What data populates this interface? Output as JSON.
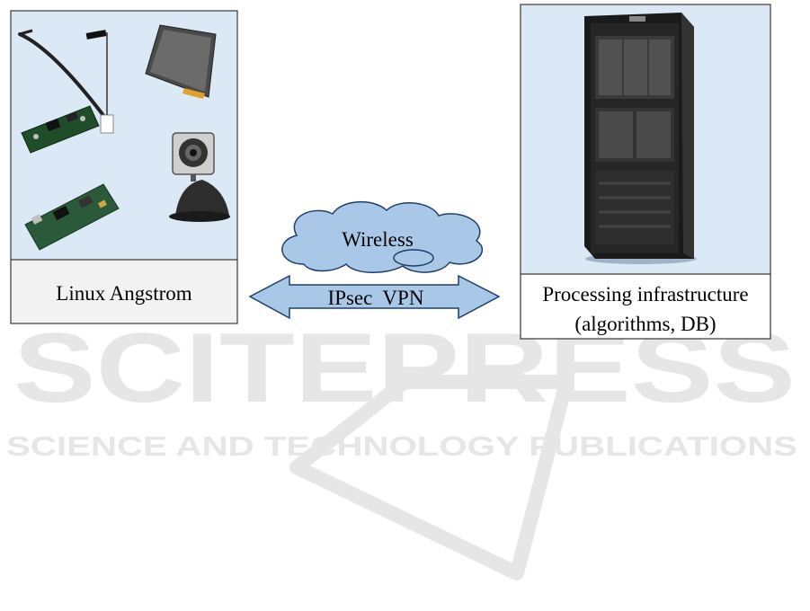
{
  "left_panel": {
    "caption": "Linux Angstrom",
    "devices": [
      {
        "icon": "antenna-icon"
      },
      {
        "icon": "touchscreen-icon"
      },
      {
        "icon": "circuit-board-icon"
      },
      {
        "icon": "webcam-icon"
      },
      {
        "icon": "expansion-board-icon"
      }
    ]
  },
  "right_panel": {
    "caption_line1": "Processing infrastructure",
    "caption_line2": "(algorithms, DB)",
    "icon": "server-rack-icon"
  },
  "link": {
    "cloud_label": "Wireless",
    "arrow_label": "IPsec  VPN"
  },
  "watermark": {
    "title": "SCITEPRESS",
    "subtitle": "SCIENCE AND TECHNOLOGY PUBLICATIONS"
  },
  "colors": {
    "panel_background": "#dbe8f5",
    "caption_background": "#f2f2f2",
    "cloud_fill": "#a9c8e8",
    "arrow_fill": "#a9c8e8",
    "outline": "#1f3e6b",
    "watermark": "#e6e6e6"
  }
}
